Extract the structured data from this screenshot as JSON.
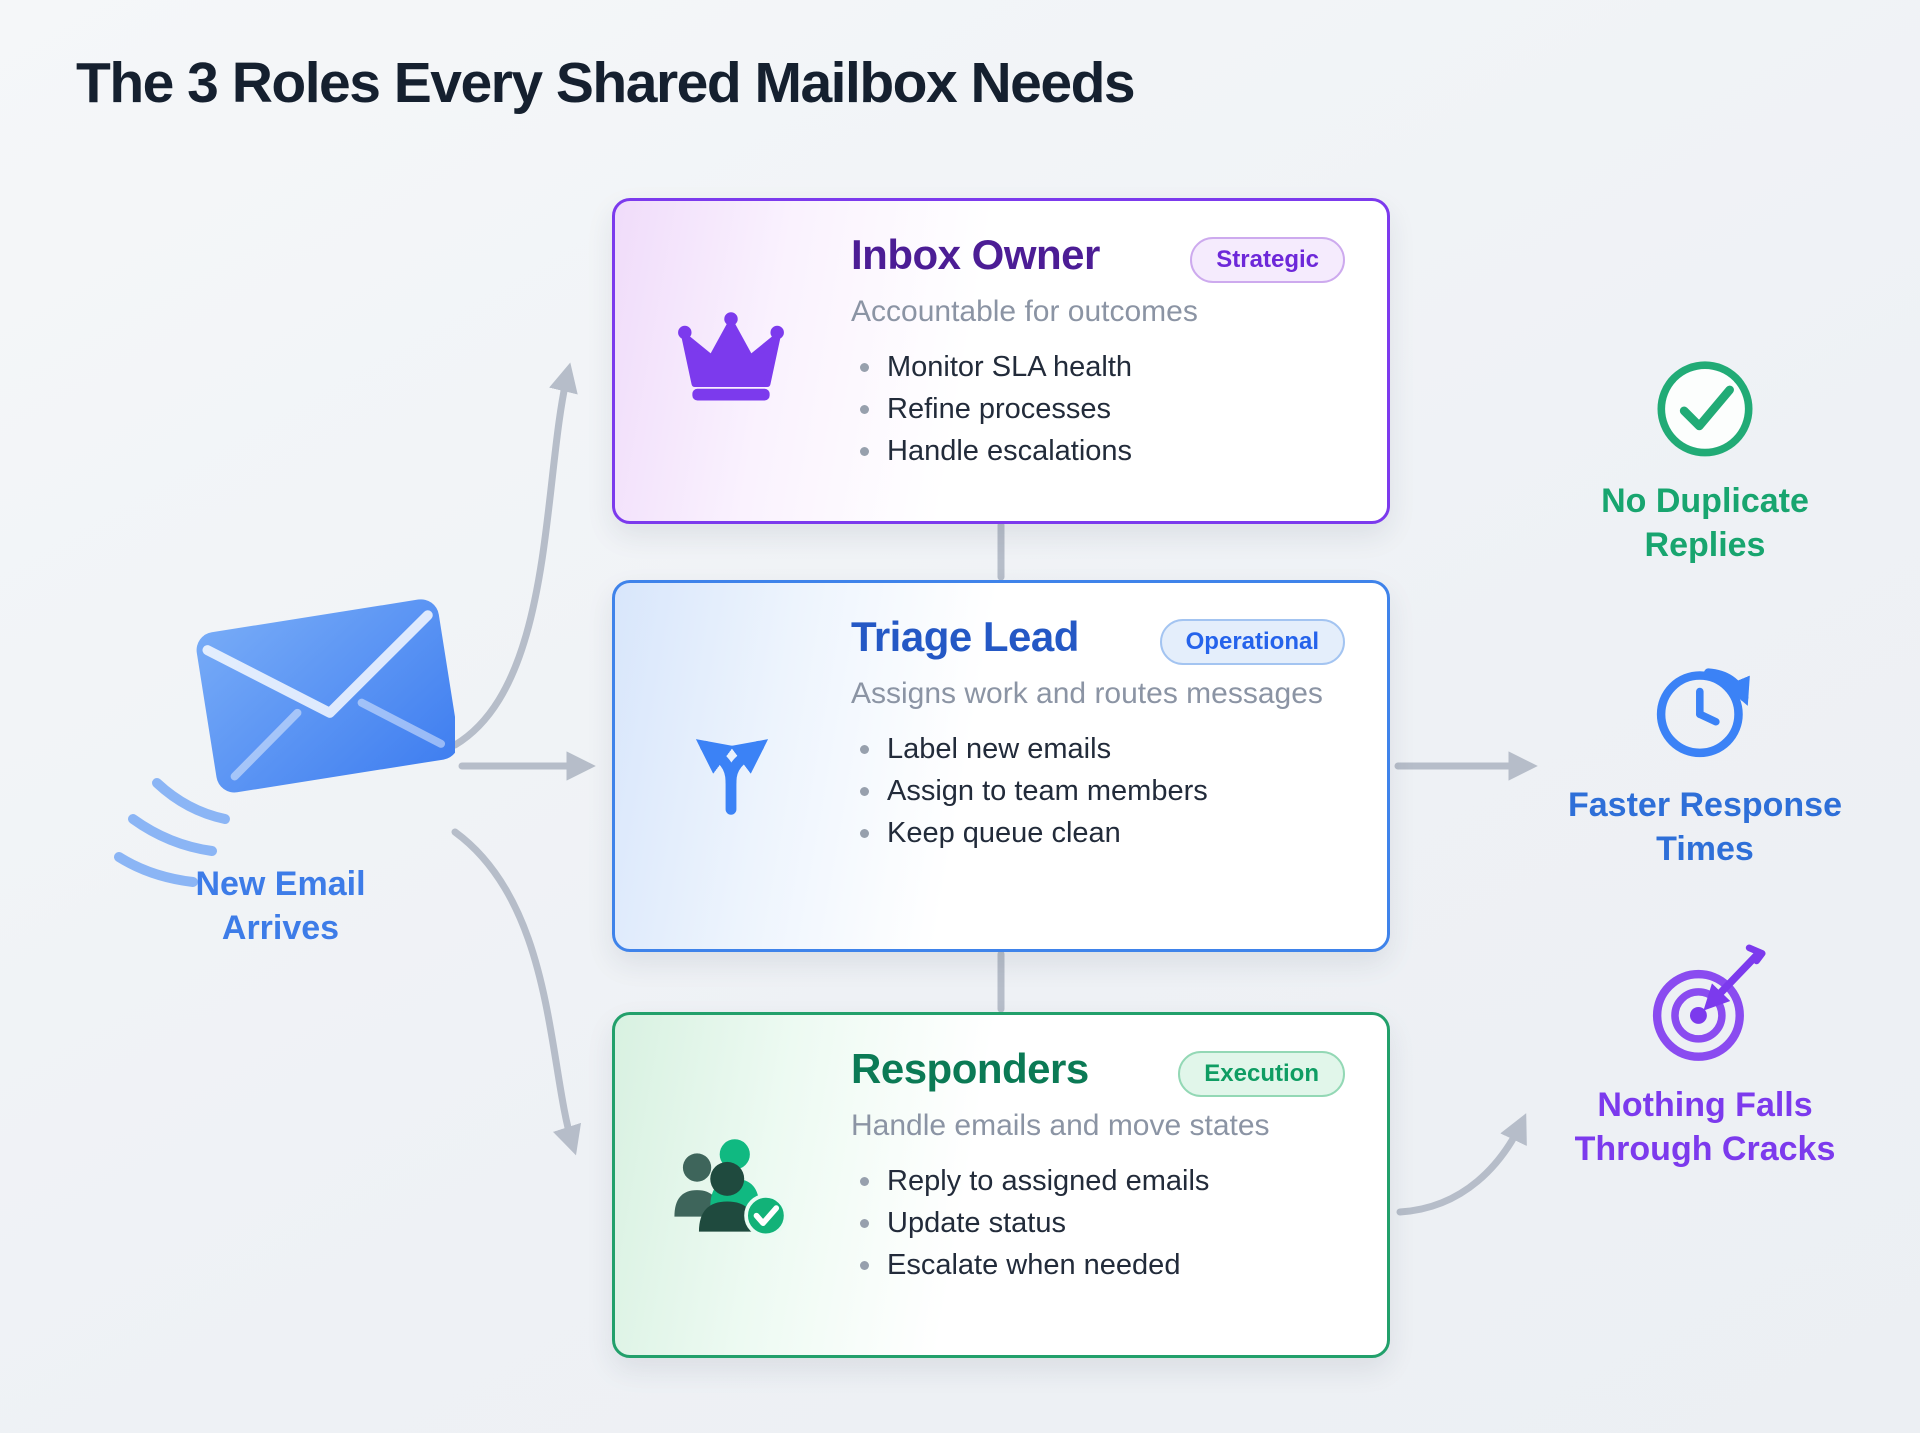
{
  "page": {
    "title": "The 3 Roles Every Shared Mailbox Needs"
  },
  "email_source": {
    "label": "New Email Arrives",
    "icon": "envelope-icon"
  },
  "cards": [
    {
      "title": "Inbox Owner",
      "badge": "Strategic",
      "subtitle": "Accountable for outcomes",
      "bullets": [
        "Monitor SLA health",
        "Refine processes",
        "Handle escalations"
      ],
      "icon": "crown-icon",
      "accent_color": "#7c3aed"
    },
    {
      "title": "Triage Lead",
      "badge": "Operational",
      "subtitle": "Assigns work and routes messages",
      "bullets": [
        "Label new emails",
        "Assign to team members",
        "Keep queue clean"
      ],
      "icon": "route-split-icon",
      "accent_color": "#3b82f6"
    },
    {
      "title": "Responders",
      "badge": "Execution",
      "subtitle": "Handle emails and move states",
      "bullets": [
        "Reply to assigned emails",
        "Update status",
        "Escalate when needed"
      ],
      "icon": "team-check-icon",
      "accent_color": "#10b981"
    }
  ],
  "outcomes": [
    {
      "label": "No Duplicate Replies",
      "icon": "check-circle-icon",
      "color": "#18a56f"
    },
    {
      "label": "Faster Response Times",
      "icon": "clock-history-icon",
      "color": "#2e6fd8"
    },
    {
      "label": "Nothing Falls Through Cracks",
      "icon": "target-arrow-icon",
      "color": "#7c3aed"
    }
  ],
  "arrow_color": "#b6bdc9"
}
